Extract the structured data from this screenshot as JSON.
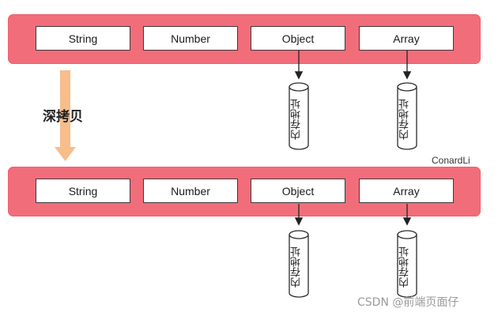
{
  "diagram": {
    "top_row": {
      "cells": [
        "String",
        "Number",
        "Object",
        "Array"
      ]
    },
    "bottom_row": {
      "cells": [
        "String",
        "Number",
        "Object",
        "Array"
      ]
    },
    "memory_label": "内存地址",
    "copy_label": "深拷贝",
    "author": "ConardLi"
  },
  "watermark": "CSDN @前端页面仔",
  "colors": {
    "bar_fill": "#f26d7a",
    "arrow_fill": "#f7bd8a",
    "cell_border": "#3b3b3b"
  }
}
